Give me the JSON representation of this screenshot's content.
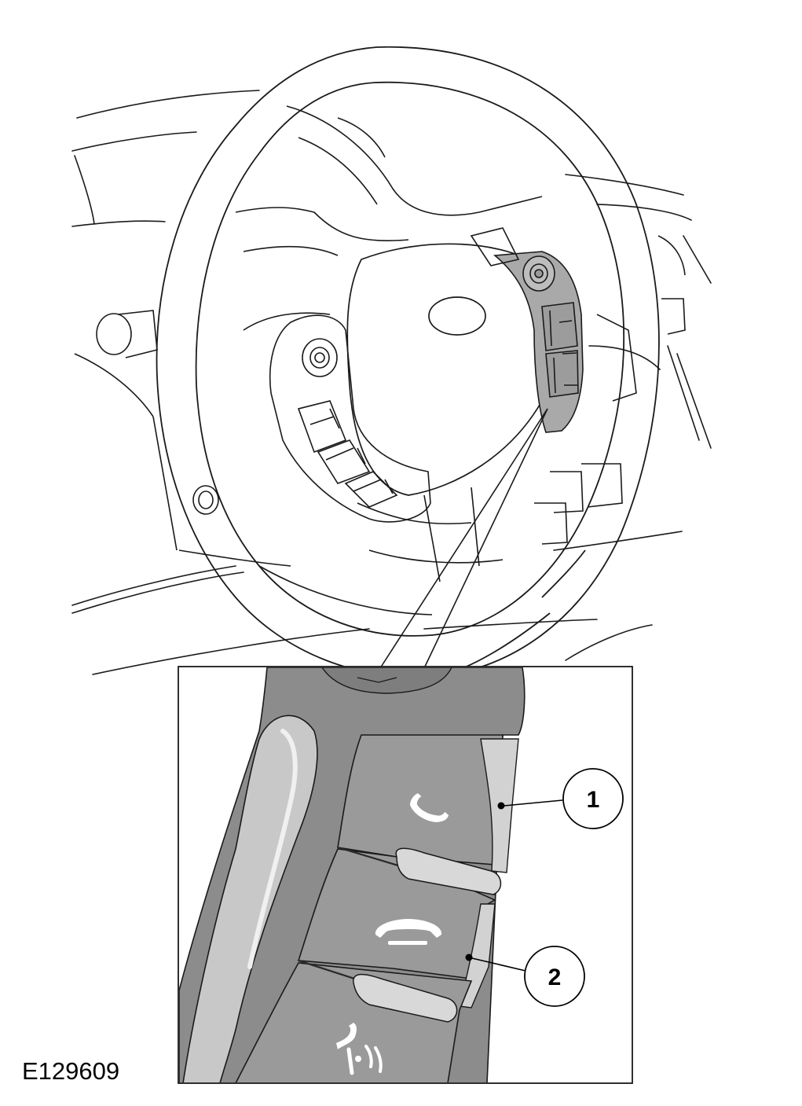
{
  "figure": {
    "code": "E129609"
  },
  "callouts": [
    {
      "number": "1"
    },
    {
      "number": "2"
    }
  ],
  "icons": {
    "button_1": "phone-answer-icon",
    "button_2": "phone-hangup-icon",
    "button_3": "voice-command-icon"
  },
  "colors": {
    "line": "#1a1a1a",
    "highlight": "#a9a9a9",
    "inset_base": "#8c8c8c",
    "inset_button": "#9a9a9a",
    "inset_edge": "#d2d2d2"
  }
}
